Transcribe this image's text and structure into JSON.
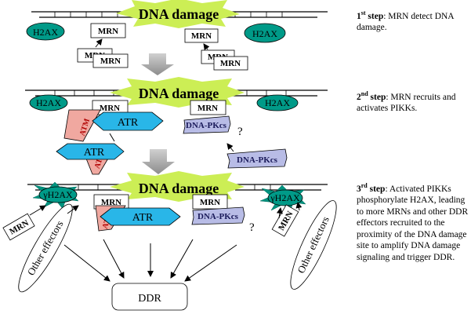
{
  "labels": {
    "dna_damage": "DNA damage",
    "h2ax": "H2AX",
    "gamma_h2ax": "γH2AX",
    "mrn": "MRN",
    "atm": "ATM",
    "atr": "ATR",
    "dna_pkcs": "DNA-PKcs",
    "question": "?",
    "other_effectors": "Other effectors",
    "ddr": "DDR"
  },
  "steps": [
    {
      "num": "1",
      "sup": "st",
      "word": " step",
      "text": ": MRN detect DNA damage."
    },
    {
      "num": "2",
      "sup": "nd",
      "word": "  step",
      "text": ": MRN recruits and activates PIKKs."
    },
    {
      "num": "3",
      "sup": "rd",
      "word": " step",
      "text": ": Activated PIKKs phosphorylate H2AX, leading to more MRNs and other DDR effectors recruited to the proximity of the DNA damage site to amplify DNA damage signaling and trigger DDR."
    }
  ],
  "colors": {
    "burst": "#ccee55",
    "h2ax": "#009a88",
    "atr": "#29b6e8",
    "atm": "#f0a8a0",
    "dna_pkcs": "#b8bce6",
    "big_arrow": "#b0b0b0",
    "star": "#00937f"
  }
}
